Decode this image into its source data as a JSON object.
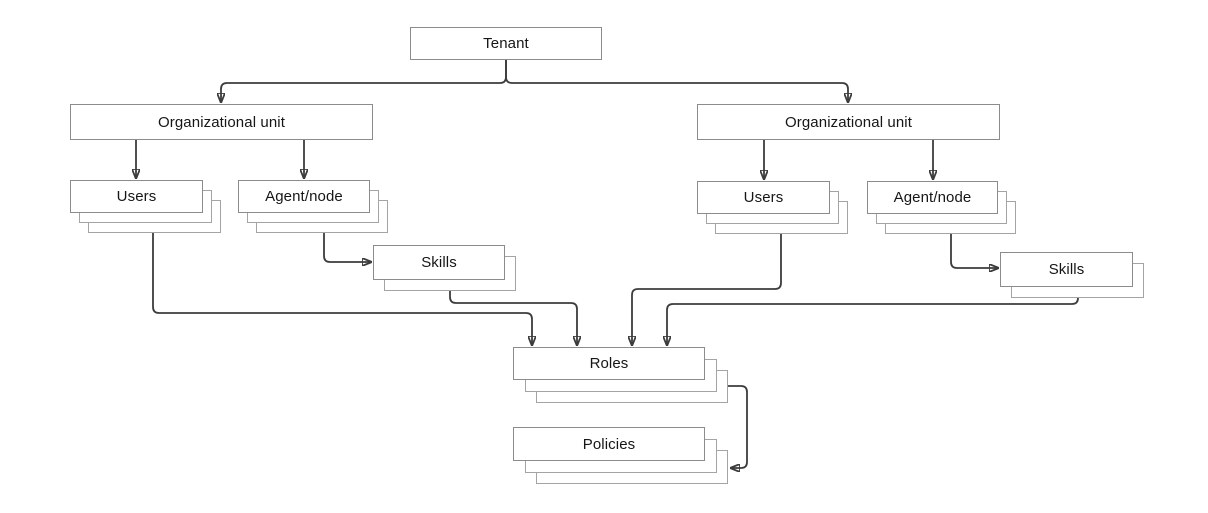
{
  "diagram": {
    "type": "hierarchy-flowchart",
    "colors": {
      "background": "#ffffff",
      "box_fill": "#ffffff",
      "box_border": "#8c8c8c",
      "shadow_border": "#a4a4a4",
      "connector": "#3c3c3c",
      "text": "#161616"
    },
    "nodes": {
      "tenant": {
        "label": "Tenant"
      },
      "org_unit_left": {
        "label": "Organizational unit"
      },
      "org_unit_right": {
        "label": "Organizational unit"
      },
      "users_left": {
        "label": "Users"
      },
      "agent_node_left": {
        "label": "Agent/node"
      },
      "users_right": {
        "label": "Users"
      },
      "agent_node_right": {
        "label": "Agent/node"
      },
      "skills_left": {
        "label": "Skills"
      },
      "skills_right": {
        "label": "Skills"
      },
      "roles": {
        "label": "Roles"
      },
      "policies": {
        "label": "Policies"
      }
    },
    "edges": [
      {
        "from": "tenant",
        "to": "org_unit_left"
      },
      {
        "from": "tenant",
        "to": "org_unit_right"
      },
      {
        "from": "org_unit_left",
        "to": "users_left"
      },
      {
        "from": "org_unit_left",
        "to": "agent_node_left"
      },
      {
        "from": "org_unit_right",
        "to": "users_right"
      },
      {
        "from": "org_unit_right",
        "to": "agent_node_right"
      },
      {
        "from": "agent_node_left",
        "to": "skills_left"
      },
      {
        "from": "agent_node_right",
        "to": "skills_right"
      },
      {
        "from": "users_left",
        "to": "roles"
      },
      {
        "from": "skills_left",
        "to": "roles"
      },
      {
        "from": "users_right",
        "to": "roles"
      },
      {
        "from": "skills_right",
        "to": "roles"
      },
      {
        "from": "roles",
        "to": "policies"
      }
    ]
  }
}
